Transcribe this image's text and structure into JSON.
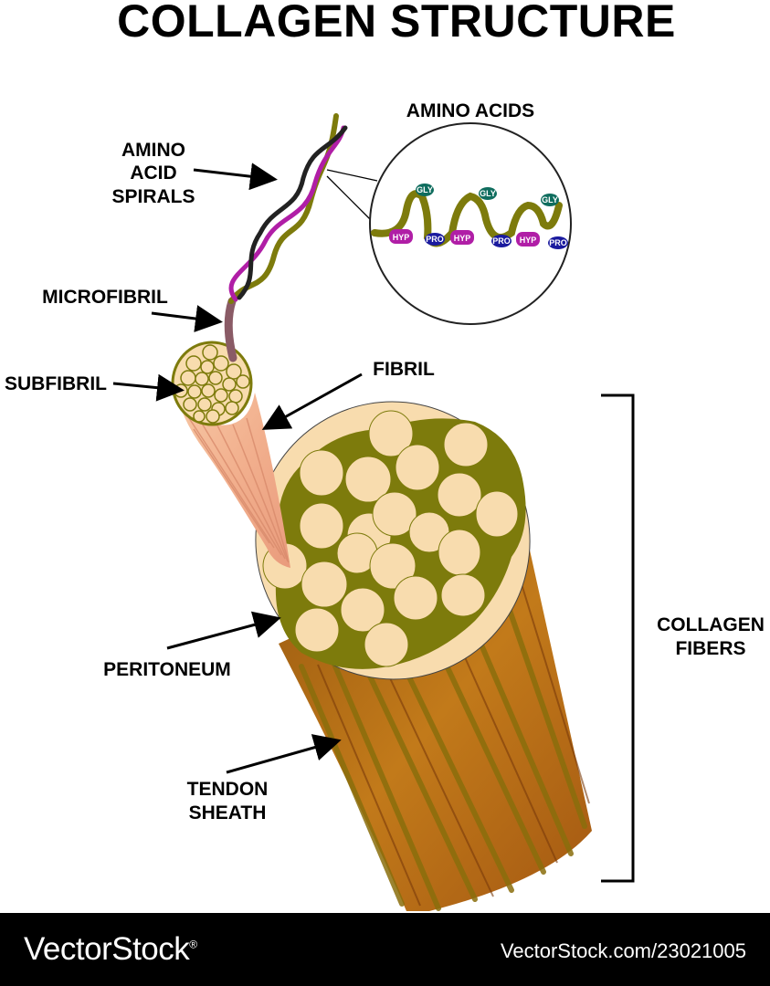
{
  "title": "COLLAGEN STRUCTURE",
  "labels": {
    "amino_acids": "AMINO ACIDS",
    "spirals": [
      "AMINO",
      "ACID",
      "SPIRALS"
    ],
    "microfibril": "MICROFIBRIL",
    "subfibril": "SUBFIBRIL",
    "fibril": "FIBRIL",
    "collagen_fibers": [
      "COLLAGEN",
      "FIBERS"
    ],
    "peritoneum": "PERITONEUM",
    "tendon_sheath": [
      "TENDON",
      "SHEATH"
    ]
  },
  "amino_acid_tags": {
    "gly": "GLY",
    "hyp": "HYP",
    "pro": "PRO"
  },
  "colors": {
    "olive": "#7d7b0c",
    "cream": "#f8dcae",
    "magenta": "#b01ea6",
    "dark_teal": "#0f6d5e",
    "navy": "#1a1a9e",
    "microfibril": "#8a5b66",
    "tendon": "#b36a14"
  },
  "footer": {
    "brand": "VectorStock",
    "brand_mark": "®",
    "reference": "VectorStock.com/23021005"
  }
}
